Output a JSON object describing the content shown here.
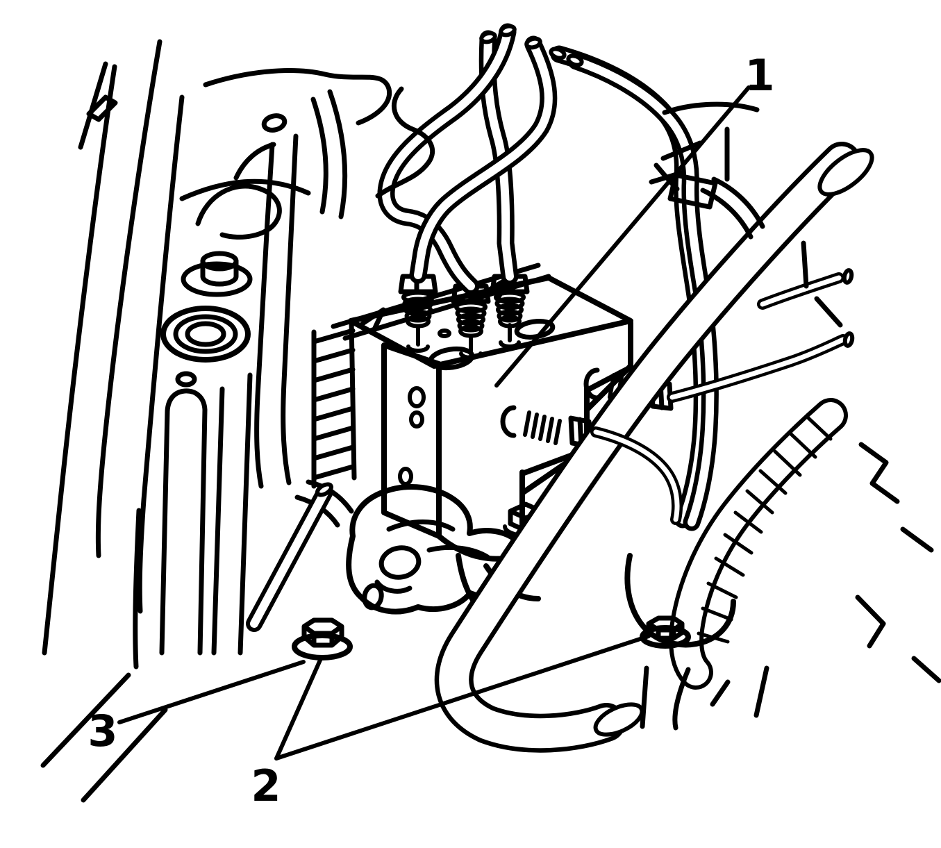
{
  "figure": {
    "alt": "Black-and-white service manual line illustration of a brake pressure modulator valve assembly with brake pipes, mounting bracket and bolts, shown installed in an engine compartment",
    "background_color": "#ffffff",
    "line_color": "#000000"
  },
  "callouts": [
    {
      "label": "1"
    },
    {
      "label": "2"
    },
    {
      "label": "3"
    }
  ]
}
